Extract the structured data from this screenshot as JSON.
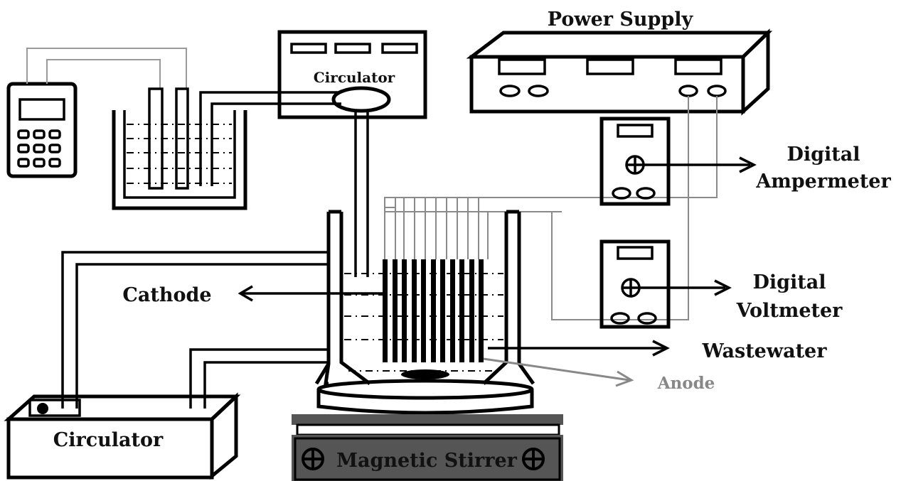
{
  "labels": {
    "power_supply": "Power Supply",
    "circulator_top": "Circulator",
    "digital_ampermeter_1": "Digital",
    "digital_ampermeter_2": "Ampermeter",
    "digital_voltmeter_1": "Digital",
    "digital_voltmeter_2": "Voltmeter",
    "cathode": "Cathode",
    "wastewater": "Wastewater",
    "anode": "Anode",
    "circulator_bottom": "Circulator",
    "magnetic_stirrer": "Magnetic Stirrer"
  },
  "colors": {
    "ink": "#000000",
    "wire": "#8a8a8a",
    "stirrer_body": "#555555",
    "anode_label": "#888888"
  }
}
